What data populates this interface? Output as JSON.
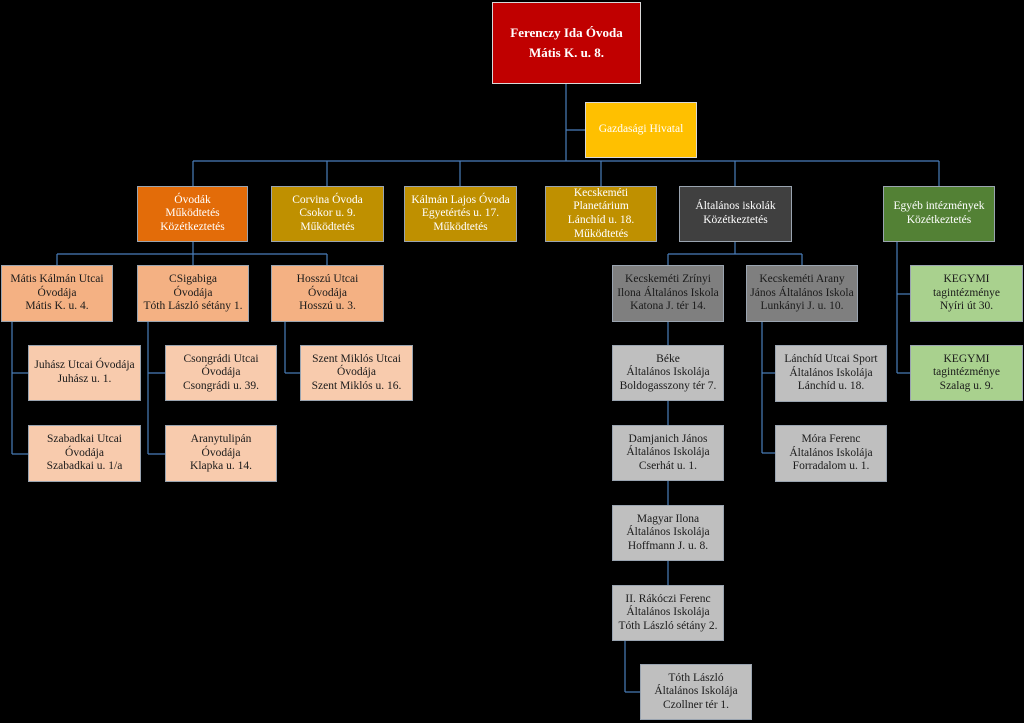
{
  "root": {
    "lines": [
      "Ferenczy Ida  Óvoda",
      "Mátis K. u. 8."
    ]
  },
  "gazdasagi": {
    "lines": [
      "Gazdasági Hivatal"
    ]
  },
  "ovodak": {
    "lines": [
      "Óvodák",
      "Működtetés",
      "Közétkeztetés"
    ]
  },
  "corvina": {
    "lines": [
      "Corvina Óvoda",
      "Csokor u. 9.",
      "Működtetés"
    ]
  },
  "kalman_lajos": {
    "lines": [
      "Kálmán Lajos Óvoda",
      "Egyetértés u. 17.",
      "Működtetés"
    ]
  },
  "planetarium": {
    "lines": [
      "Kecskeméti",
      "Planetárium",
      "Lánchíd u. 18.",
      "Működtetés"
    ]
  },
  "altalanos": {
    "lines": [
      "Általános iskolák",
      "Közétkeztetés"
    ]
  },
  "egyeb": {
    "lines": [
      "Egyéb intézmények",
      "Közétkeztetés"
    ]
  },
  "matis_kalman": {
    "lines": [
      "Mátis Kálmán Utcai",
      "Óvodája",
      "Mátis K. u. 4."
    ]
  },
  "csigabiga": {
    "lines": [
      "CSigabiga",
      "Óvodája",
      "Tóth László sétány 1."
    ]
  },
  "hosszu": {
    "lines": [
      "Hosszú Utcai",
      "Óvodája",
      "Hosszú u. 3."
    ]
  },
  "juhasz": {
    "lines": [
      "Juhász Utcai Óvodája",
      "Juhász u. 1."
    ]
  },
  "szabadkai": {
    "lines": [
      "Szabadkai Utcai",
      "Óvodája",
      "Szabadkai u. 1/a"
    ]
  },
  "csongradi": {
    "lines": [
      "Csongrádi Utcai",
      "Óvodája",
      "Csongrádi u. 39."
    ]
  },
  "aranytulipan": {
    "lines": [
      "Aranytulipán",
      "Óvodája",
      "Klapka u. 14."
    ]
  },
  "szent_miklos": {
    "lines": [
      "Szent Miklós Utcai",
      "Óvodája",
      "Szent Miklós u. 16."
    ]
  },
  "zrinyi": {
    "lines": [
      "Kecskeméti Zrínyi",
      "Ilona Általános Iskola",
      "Katona J. tér 14."
    ]
  },
  "arany": {
    "lines": [
      "Kecskeméti Arany",
      "János Általános Iskola",
      "Lunkányi J. u. 10."
    ]
  },
  "beke": {
    "lines": [
      "Béke",
      "Általános Iskolája",
      "Boldogasszony tér 7."
    ]
  },
  "damjanich": {
    "lines": [
      "Damjanich János",
      "Általános Iskolája",
      "Cserhát u. 1."
    ]
  },
  "magyar_ilona": {
    "lines": [
      "Magyar Ilona",
      "Általános Iskolája",
      "Hoffmann J. u. 8."
    ]
  },
  "rakoczi": {
    "lines": [
      "II. Rákóczi Ferenc",
      "Általános Iskolája",
      "Tóth László sétány 2."
    ]
  },
  "toth_laszlo": {
    "lines": [
      "Tóth László",
      "Általános Iskolája",
      "Czollner tér 1."
    ]
  },
  "lanchid_sport": {
    "lines": [
      "Lánchíd Utcai  Sport",
      "Általános Iskolája",
      "Lánchíd u. 18."
    ]
  },
  "mora": {
    "lines": [
      "Móra Ferenc",
      "Általános Iskolája",
      "Forradalom u. 1."
    ]
  },
  "kegymi_nyiri": {
    "lines": [
      "KEGYMI",
      "tagintézménye",
      "Nyíri út 30."
    ]
  },
  "kegymi_szalag": {
    "lines": [
      "KEGYMI",
      "tagintézménye",
      "Szalag u. 9."
    ]
  }
}
